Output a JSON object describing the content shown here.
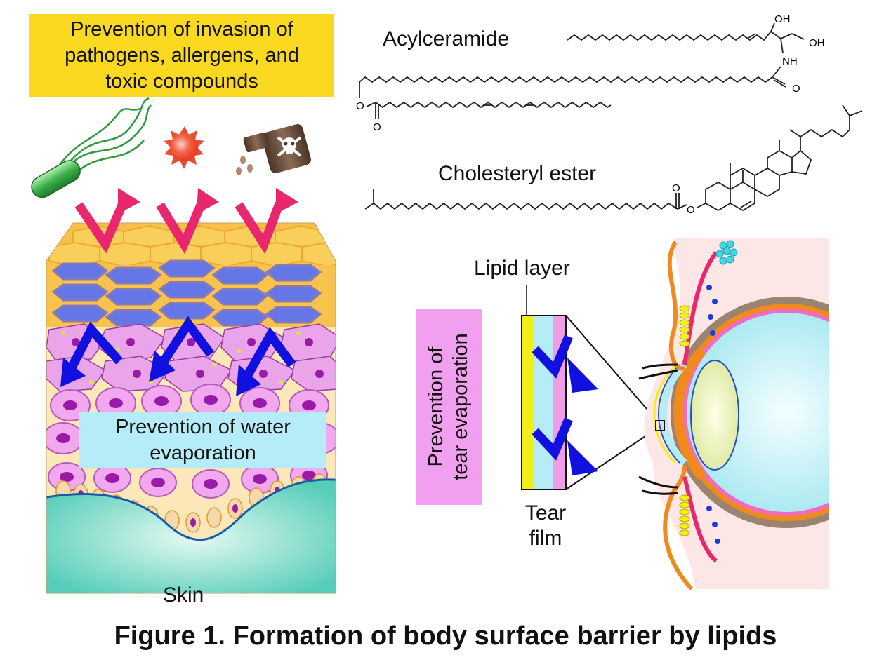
{
  "callouts": {
    "pathogen_line1": "Prevention of invasion of",
    "pathogen_line2": "pathogens, allergens, and",
    "pathogen_line3": "toxic compounds",
    "water_line1": "Prevention of water",
    "water_line2": "evaporation",
    "tear_line1": "Prevention of",
    "tear_line2": "tear evaporation"
  },
  "molecules": {
    "acylceramide": "Acylceramide",
    "cholesteryl_ester": "Cholesteryl ester",
    "atoms": {
      "oh": "OH",
      "nh": "NH",
      "o": "O"
    }
  },
  "labels": {
    "lipid_layer": "Lipid layer",
    "tear_line1": "Tear",
    "tear_line2": "film",
    "skin": "Skin"
  },
  "caption": "Figure 1. Formation of body surface barrier by lipids",
  "colors": {
    "yellow_box": "#fbd921",
    "cyan_box": "#b6ecf8",
    "pink_box": "#f0a0ee",
    "arrow_magenta": "#e8276f",
    "arrow_blue": "#1010e0",
    "cornified": "#f5b740",
    "granular_cell": "#5a6fe0",
    "spinous_cell": "#e59ae6",
    "nucleus": "#9a1aa8",
    "dermis": "#66d4c0",
    "eye_cornea": "#a9eaf3",
    "eyelid_orange": "#f08a1e"
  },
  "icons": [
    "bacterium-icon",
    "allergen-icon",
    "poison-bottle-icon"
  ]
}
